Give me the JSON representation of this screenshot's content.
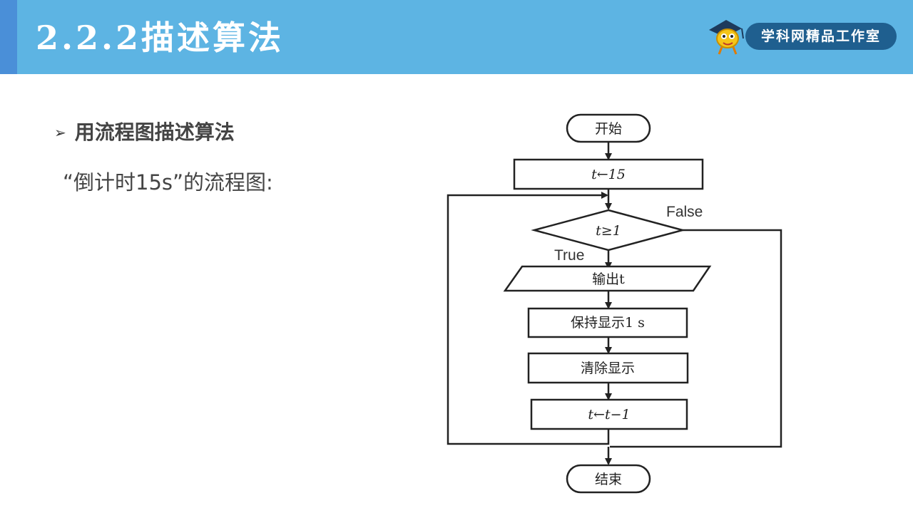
{
  "header": {
    "title": "2.2.2描述算法",
    "logo_text": "学科网精品工作室"
  },
  "content": {
    "bullet_label": "用流程图描述算法",
    "bullet_marker": "➢",
    "subtext": "“倒计时15s”的流程图:"
  },
  "flowchart": {
    "start": "开始",
    "init": "t←15",
    "condition": "t≥1",
    "false_label": "False",
    "true_label": "True",
    "output": "输出t",
    "hold": "保持显示1 s",
    "clear": "清除显示",
    "decrement": "t←t−1",
    "end": "结束"
  }
}
